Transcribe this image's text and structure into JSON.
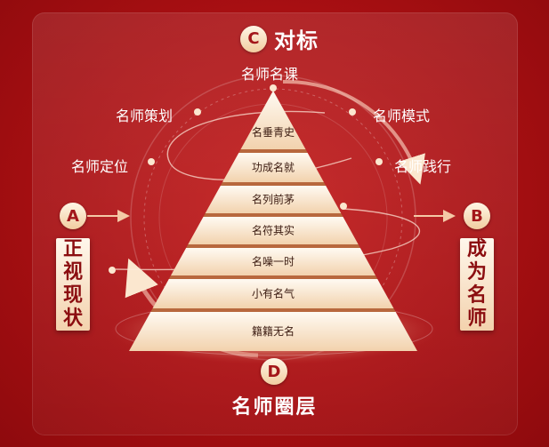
{
  "title": {
    "badge": "C",
    "text": "对标"
  },
  "top_label": "名师名课",
  "left_labels": [
    "名师策划",
    "名师定位"
  ],
  "right_labels": [
    "名师模式",
    "名师践行"
  ],
  "side_a": {
    "badge": "A",
    "text": [
      "正",
      "视",
      "现",
      "状"
    ]
  },
  "side_b": {
    "badge": "B",
    "text": [
      "成",
      "为",
      "名",
      "师"
    ]
  },
  "bottom": {
    "badge": "D",
    "text": "名师圈层"
  },
  "pyramid_levels": [
    "名垂青史",
    "功成名就",
    "名列前茅",
    "名符其实",
    "名噪一时",
    "小有名气",
    "籍籍无名"
  ],
  "colors": {
    "background": "#a80f12",
    "cream": "#fbe7cf",
    "accent": "#a3161a"
  }
}
